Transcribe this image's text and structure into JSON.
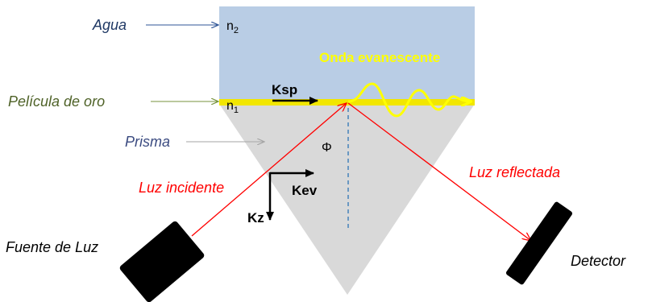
{
  "labels": {
    "agua": "Agua",
    "pelicula": "Película de oro",
    "prisma": "Prisma",
    "luz_incidente": "Luz incidente",
    "luz_reflectada": "Luz reflectada",
    "fuente": "Fuente de Luz",
    "detector": "Detector",
    "onda": "Onda evanescente",
    "ksp": "Ksp",
    "kev": "Kev",
    "kz": "Kz",
    "phi": "Φ",
    "n2_base": "n",
    "n2_sub": "2",
    "n1_base": "n",
    "n1_sub": "1"
  },
  "colors": {
    "water": "#b9cde5",
    "gold": "#f2e600",
    "prism": "#d9d9d9",
    "light": "#ff0000",
    "agua_text": "#1f3864",
    "agua_arrow": "#2f5597",
    "gold_text": "#4f6228",
    "gold_arrow": "#77933c",
    "prisma_text": "#3a4a80",
    "prisma_arrow": "#a6a6a6",
    "dashed": "#2e75b6",
    "evanescent": "#ffff00"
  }
}
